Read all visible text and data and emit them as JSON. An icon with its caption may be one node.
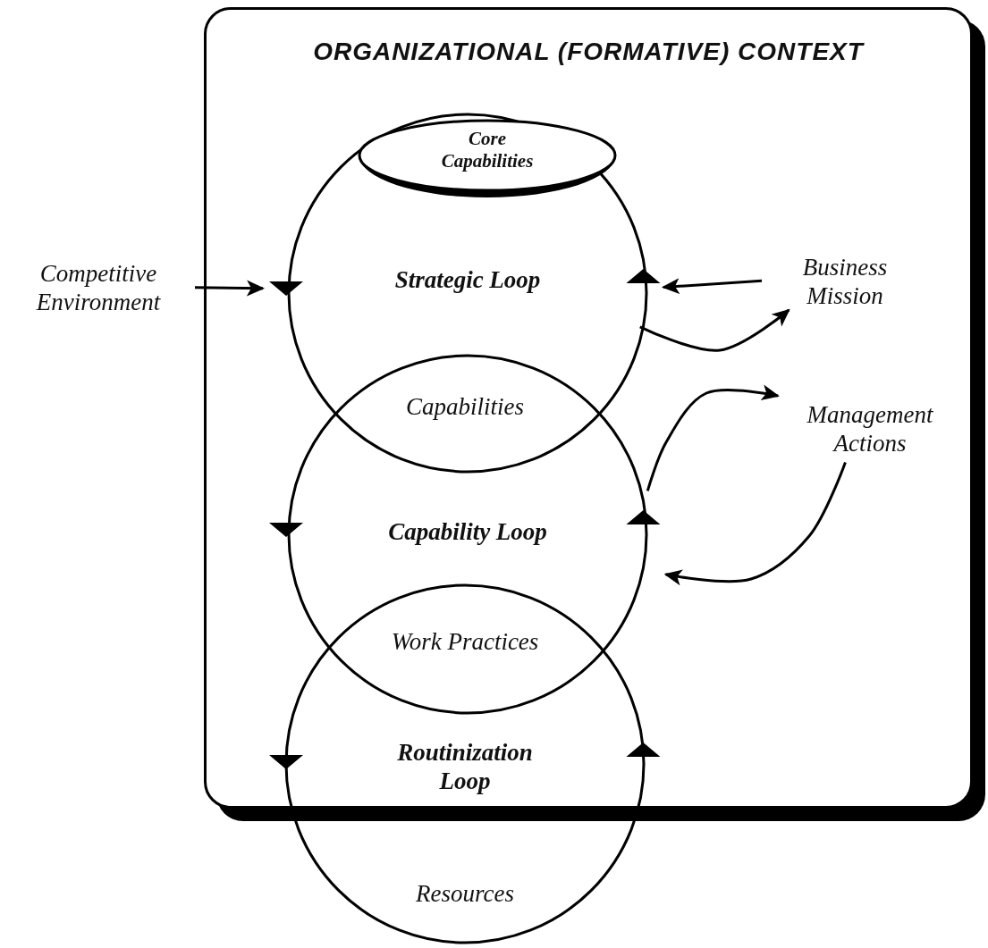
{
  "diagram": {
    "nodes": [
      {
        "text": [
          "ORGANIZATIONAL (FORMATIVE) CONTEXT"
        ]
      },
      {
        "text": [
          "Competitive Environment"
        ]
      },
      {
        "text": [
          "Strategic Loop"
        ],
        "in": 0
      },
      {
        "text": [
          "Core Capabilities"
        ],
        "in": 2
      },
      {
        "text": [
          "Business Mission"
        ],
        "in": 0
      },
      {
        "text": [
          "Capability Loop"
        ],
        "in": 0
      },
      {
        "text": [
          "Management Actions"
        ],
        "in": 0
      },
      {
        "text": [
          "Routinization Loop"
        ]
      }
    ],
    "edges": [
      {
        "from": 1,
        "to": 2,
        "arrow": "to"
      },
      {
        "from": 4,
        "to": 2,
        "arrow": "to"
      },
      {
        "from": 2,
        "to": 4,
        "arrow": "to"
      },
      {
        "from": 5,
        "to": 6,
        "arrow": "to"
      },
      {
        "from": 6,
        "to": 5,
        "arrow": "to"
      }
    ],
    "labels": [
      "Capabilities",
      "Work Practices",
      "Resources"
    ]
  }
}
